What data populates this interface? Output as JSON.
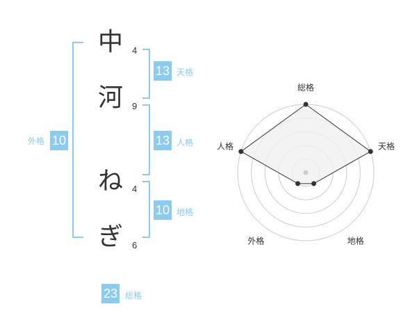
{
  "name": {
    "chars": [
      {
        "char": "中",
        "strokes": "4"
      },
      {
        "char": "河",
        "strokes": "9"
      },
      {
        "char": "ね",
        "strokes": "4"
      },
      {
        "char": "ぎ",
        "strokes": "6"
      }
    ]
  },
  "kakusu": {
    "tenkaku": {
      "value": "13",
      "label": "天格"
    },
    "jinkaku": {
      "value": "13",
      "label": "人格"
    },
    "chikaku": {
      "value": "10",
      "label": "地格"
    },
    "gaikaku": {
      "value": "10",
      "label": "外格"
    },
    "soukaku": {
      "value": "23",
      "label": "総格"
    }
  },
  "chart_data": {
    "type": "radar",
    "axes": [
      "総格",
      "天格",
      "地格",
      "外格",
      "人格"
    ],
    "values": [
      5,
      5,
      1,
      1,
      5
    ],
    "max": 5,
    "rings": 5,
    "colors": {
      "fill": "#f0f0f0",
      "line": "#333333",
      "ring": "#cccccc",
      "center": "#cccccc"
    }
  },
  "colors": {
    "accent": "#8ccbf0",
    "text": "#333333"
  }
}
